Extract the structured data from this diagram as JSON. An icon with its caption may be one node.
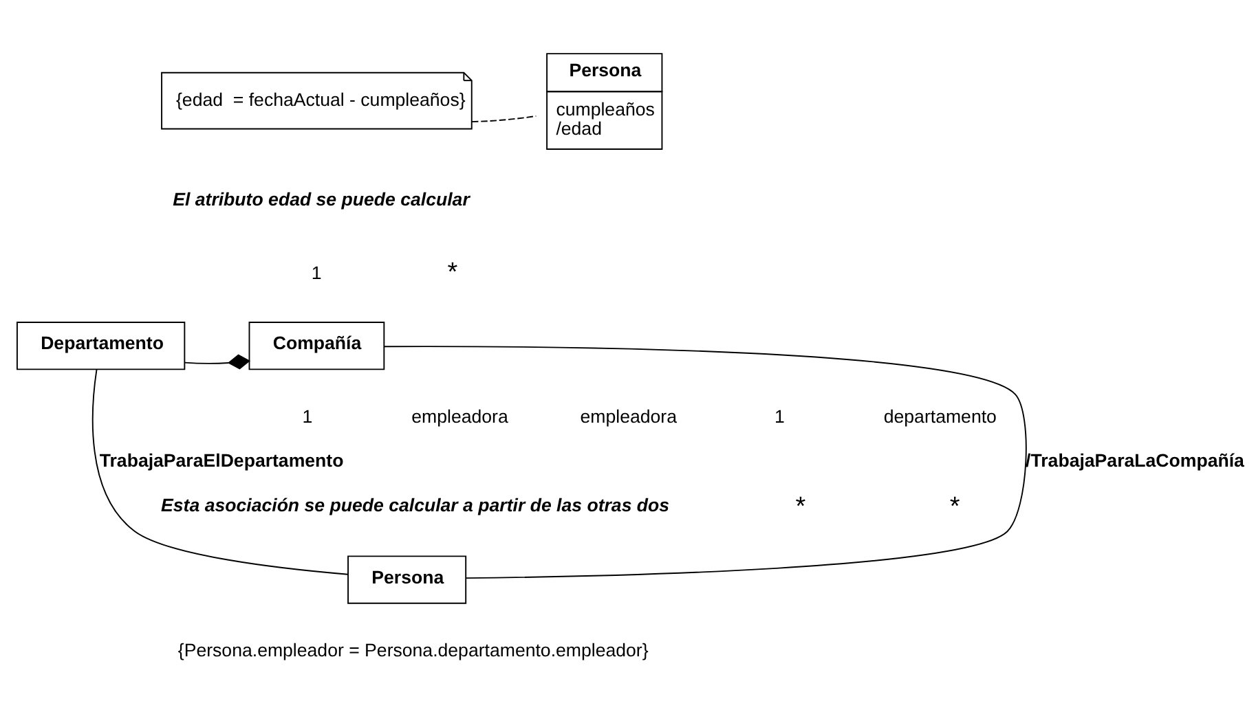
{
  "diagram": {
    "nodes": [
      {
        "text": [
          "{edad  = fechaActual - cumpleaños}"
        ]
      },
      {
        "text": [
          "Persona",
          "cumpleaños",
          "/edad"
        ]
      },
      {
        "text": [
          "Compañía"
        ]
      },
      {
        "text": [
          "Departamento"
        ]
      },
      {
        "text": [
          "Persona"
        ]
      }
    ],
    "edges": [
      {
        "from": 0,
        "to": 1,
        "arrow": "none",
        "style": "dashed"
      },
      {
        "from": 3,
        "to": 2,
        "arrow": "other"
      },
      {
        "from": 3,
        "to": 4,
        "arrow": "none",
        "label": "TrabajaParaElDepartamento"
      },
      {
        "from": 2,
        "to": 4,
        "arrow": "none",
        "label": "/TrabajaParaLaCompañía"
      }
    ],
    "labels": [
      "El atributo edad se puede calcular",
      "1",
      "*",
      "empleadora",
      "1",
      "empleadora",
      "1",
      "departamento",
      "Esta asociación se puede calcular a partir de las otras dos",
      "*",
      "*",
      "{Persona.empleador = Persona.departamento.empleador}"
    ]
  }
}
